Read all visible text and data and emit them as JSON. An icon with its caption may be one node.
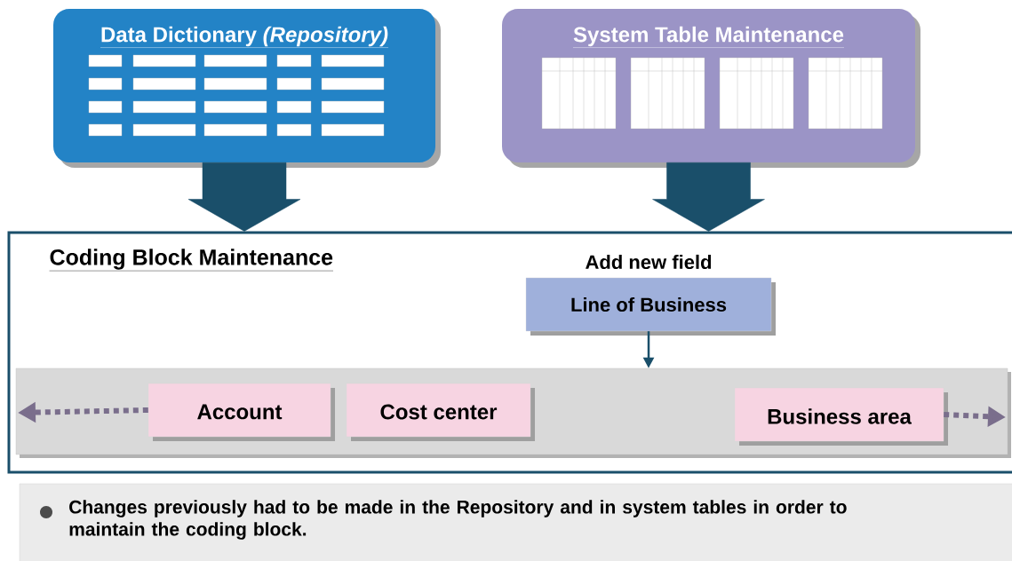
{
  "diagram": {
    "nodes": [
      {
        "text": [
          "Data Dictionary *(Repository)*"
        ]
      },
      {
        "text": [
          "System Table Maintenance"
        ]
      },
      {
        "text": [
          "Coding Block Maintenance"
        ]
      },
      {
        "text": [
          "Add new field",
          "Line of Business"
        ],
        "in": 2
      },
      {
        "text": [],
        "shape": "bar",
        "in": 2
      },
      {
        "text": [
          "Account"
        ],
        "in": 4
      },
      {
        "text": [
          "Cost center"
        ],
        "in": 4
      },
      {
        "text": [
          "Business area"
        ],
        "in": 4
      },
      {
        "text": [
          "Changes previously had to be made in the Repository and in system tables in order to maintain the coding block."
        ]
      }
    ],
    "edges": [
      {
        "from": 0,
        "to": 2,
        "arrow": "to",
        "style": "thick"
      },
      {
        "from": 1,
        "to": 2,
        "arrow": "to",
        "style": "thick"
      },
      {
        "from": 3,
        "to": 4,
        "arrow": "to",
        "color": "#1a4f6a"
      },
      {
        "from": 5,
        "to": null,
        "arrow": "to",
        "style": "dashed",
        "color": "#7a6e8c"
      },
      {
        "from": 7,
        "to": null,
        "arrow": "to",
        "style": "dashed",
        "color": "#7a6e8c"
      }
    ]
  }
}
